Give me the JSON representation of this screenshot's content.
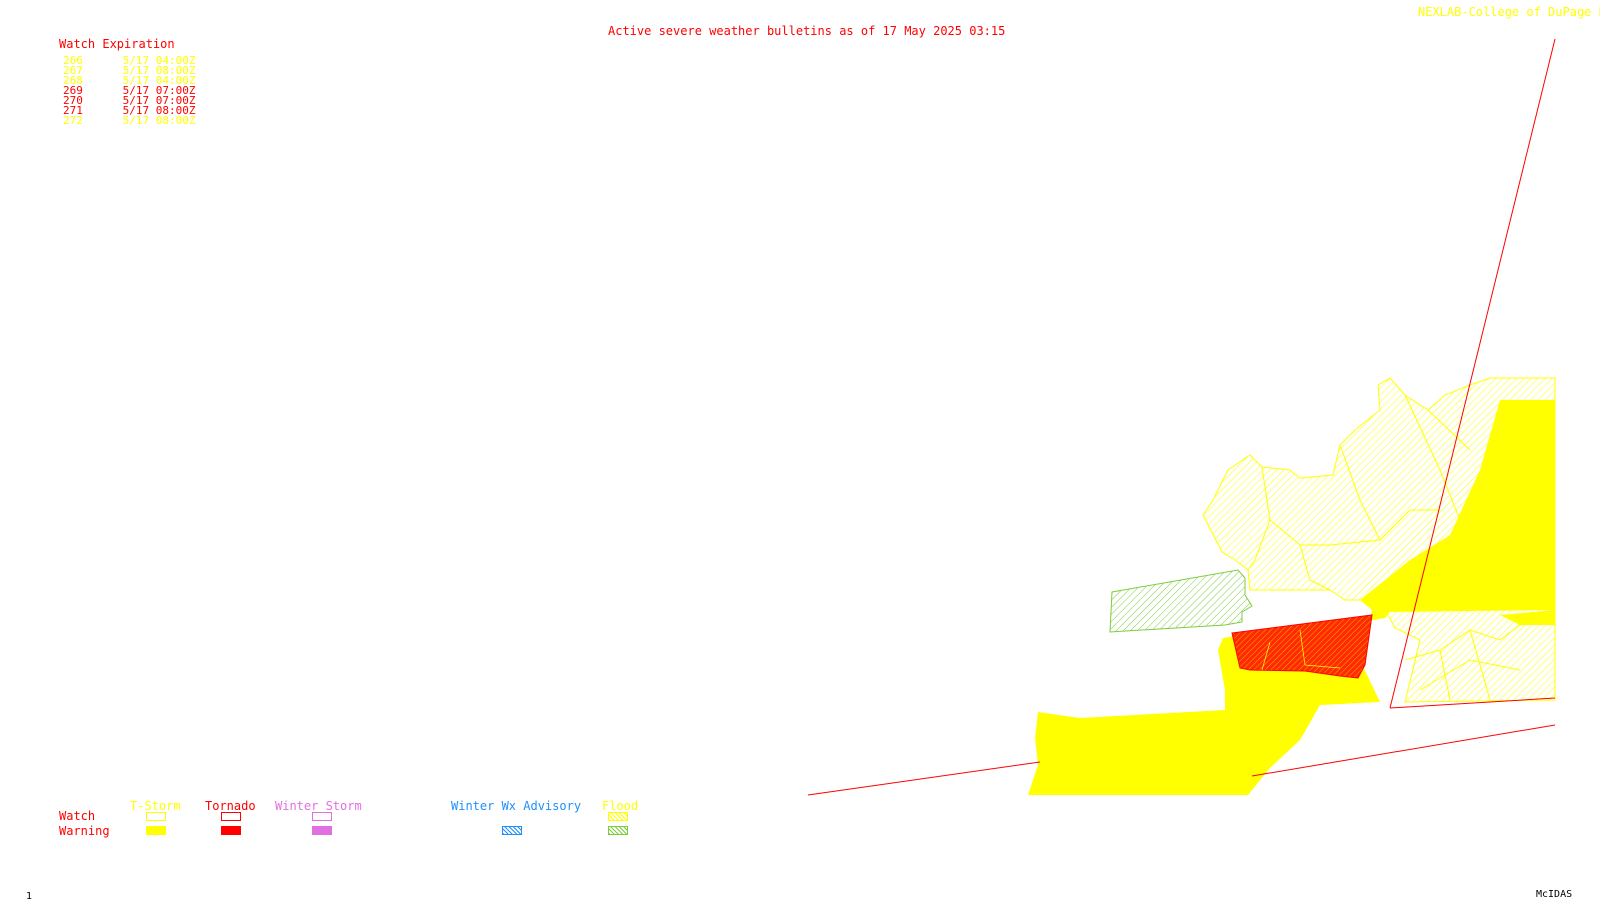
{
  "header": {
    "title": "Active severe weather bulletins as of 17 May 2025 03:15",
    "credit": "NEXLAB-College of DuPage R"
  },
  "watch_list": {
    "heading": "Watch Expiration",
    "items": [
      {
        "id": "266",
        "expires": "5/17 04:00Z",
        "type": "tstorm"
      },
      {
        "id": "267",
        "expires": "5/17 08:00Z",
        "type": "tstorm"
      },
      {
        "id": "268",
        "expires": "5/17 04:00Z",
        "type": "tstorm"
      },
      {
        "id": "269",
        "expires": "5/17 07:00Z",
        "type": "tornado"
      },
      {
        "id": "270",
        "expires": "5/17 07:00Z",
        "type": "tornado"
      },
      {
        "id": "271",
        "expires": "5/17 08:00Z",
        "type": "tornado"
      },
      {
        "id": "272",
        "expires": "5/17 08:00Z",
        "type": "tstorm"
      }
    ]
  },
  "legend": {
    "row_watch": "Watch",
    "row_warning": "Warning",
    "columns": [
      {
        "label": "T-Storm",
        "color": "#ffff00"
      },
      {
        "label": "Tornado",
        "color": "#ff0000"
      },
      {
        "label": "Winter Storm",
        "color": "#e070e0"
      },
      {
        "label": "Winter Wx Advisory",
        "color": "#1e90ff"
      },
      {
        "label": "Flood",
        "color": "#ffff00"
      }
    ]
  },
  "footer": {
    "frame": "1",
    "software": "McIDAS"
  },
  "colors": {
    "tstorm": "#ffff00",
    "tornado": "#ff0000",
    "flood_warning": "#7ccd3c",
    "flood_watch": "#ffff00"
  }
}
